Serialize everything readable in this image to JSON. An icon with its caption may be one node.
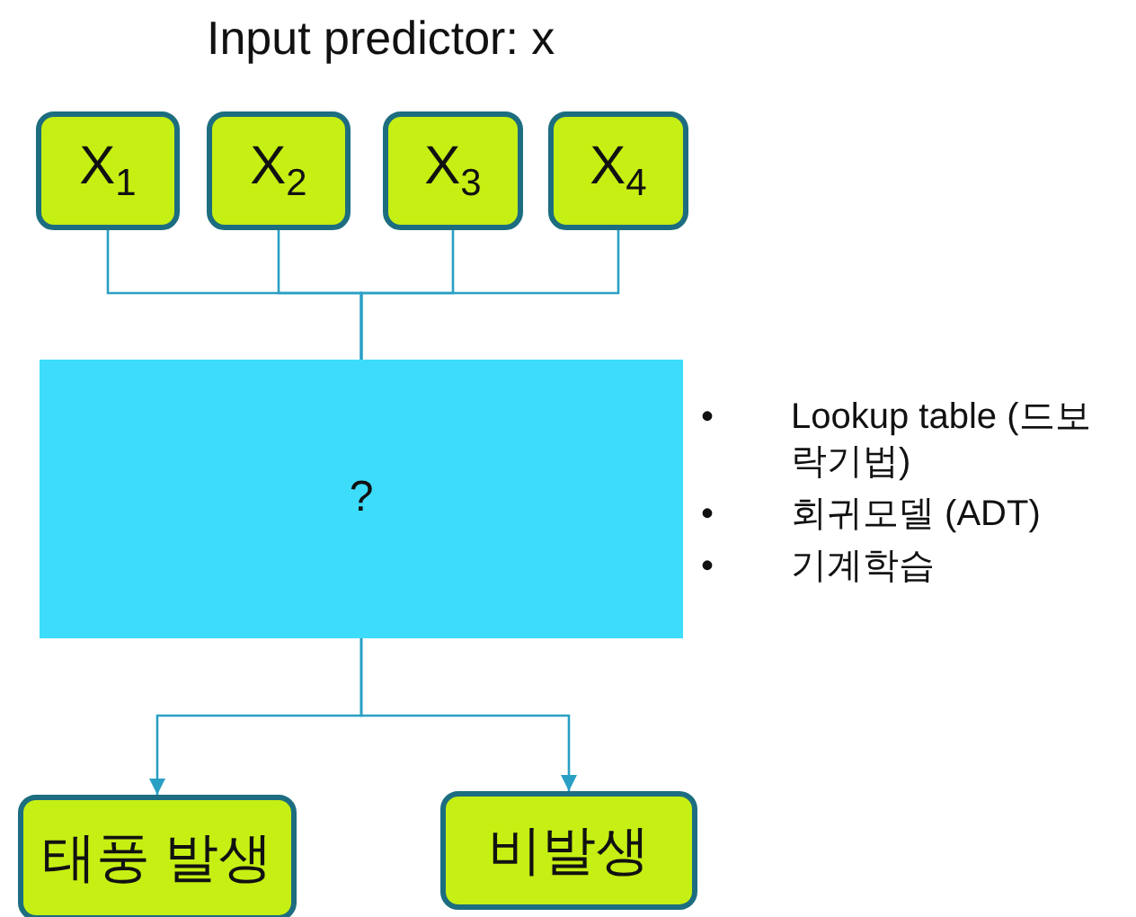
{
  "diagram": {
    "title": "Input predictor: x",
    "nodes": [
      {
        "text": [
          "X$_{1}$"
        ]
      },
      {
        "text": [
          "X$_{2}$"
        ]
      },
      {
        "text": [
          "X$_{3}$"
        ]
      },
      {
        "text": [
          "X$_{4}$"
        ]
      },
      {
        "text": [
          "?"
        ]
      },
      {
        "text": [
          "태풍 발생"
        ]
      },
      {
        "text": [
          "비발생"
        ]
      }
    ],
    "edges": [
      {
        "from": 0,
        "to": 4,
        "arrow": "none"
      },
      {
        "from": 1,
        "to": 4,
        "arrow": "none"
      },
      {
        "from": 2,
        "to": 4,
        "arrow": "none"
      },
      {
        "from": 3,
        "to": 4,
        "arrow": "none"
      },
      {
        "from": 4,
        "to": 5,
        "arrow": "to"
      },
      {
        "from": 4,
        "to": 6,
        "arrow": "to"
      }
    ],
    "labels": [
      "•",
      "Lookup table (드보락기법)",
      "•",
      "회귀모델 (ADT)",
      "•",
      "기계학습"
    ]
  }
}
